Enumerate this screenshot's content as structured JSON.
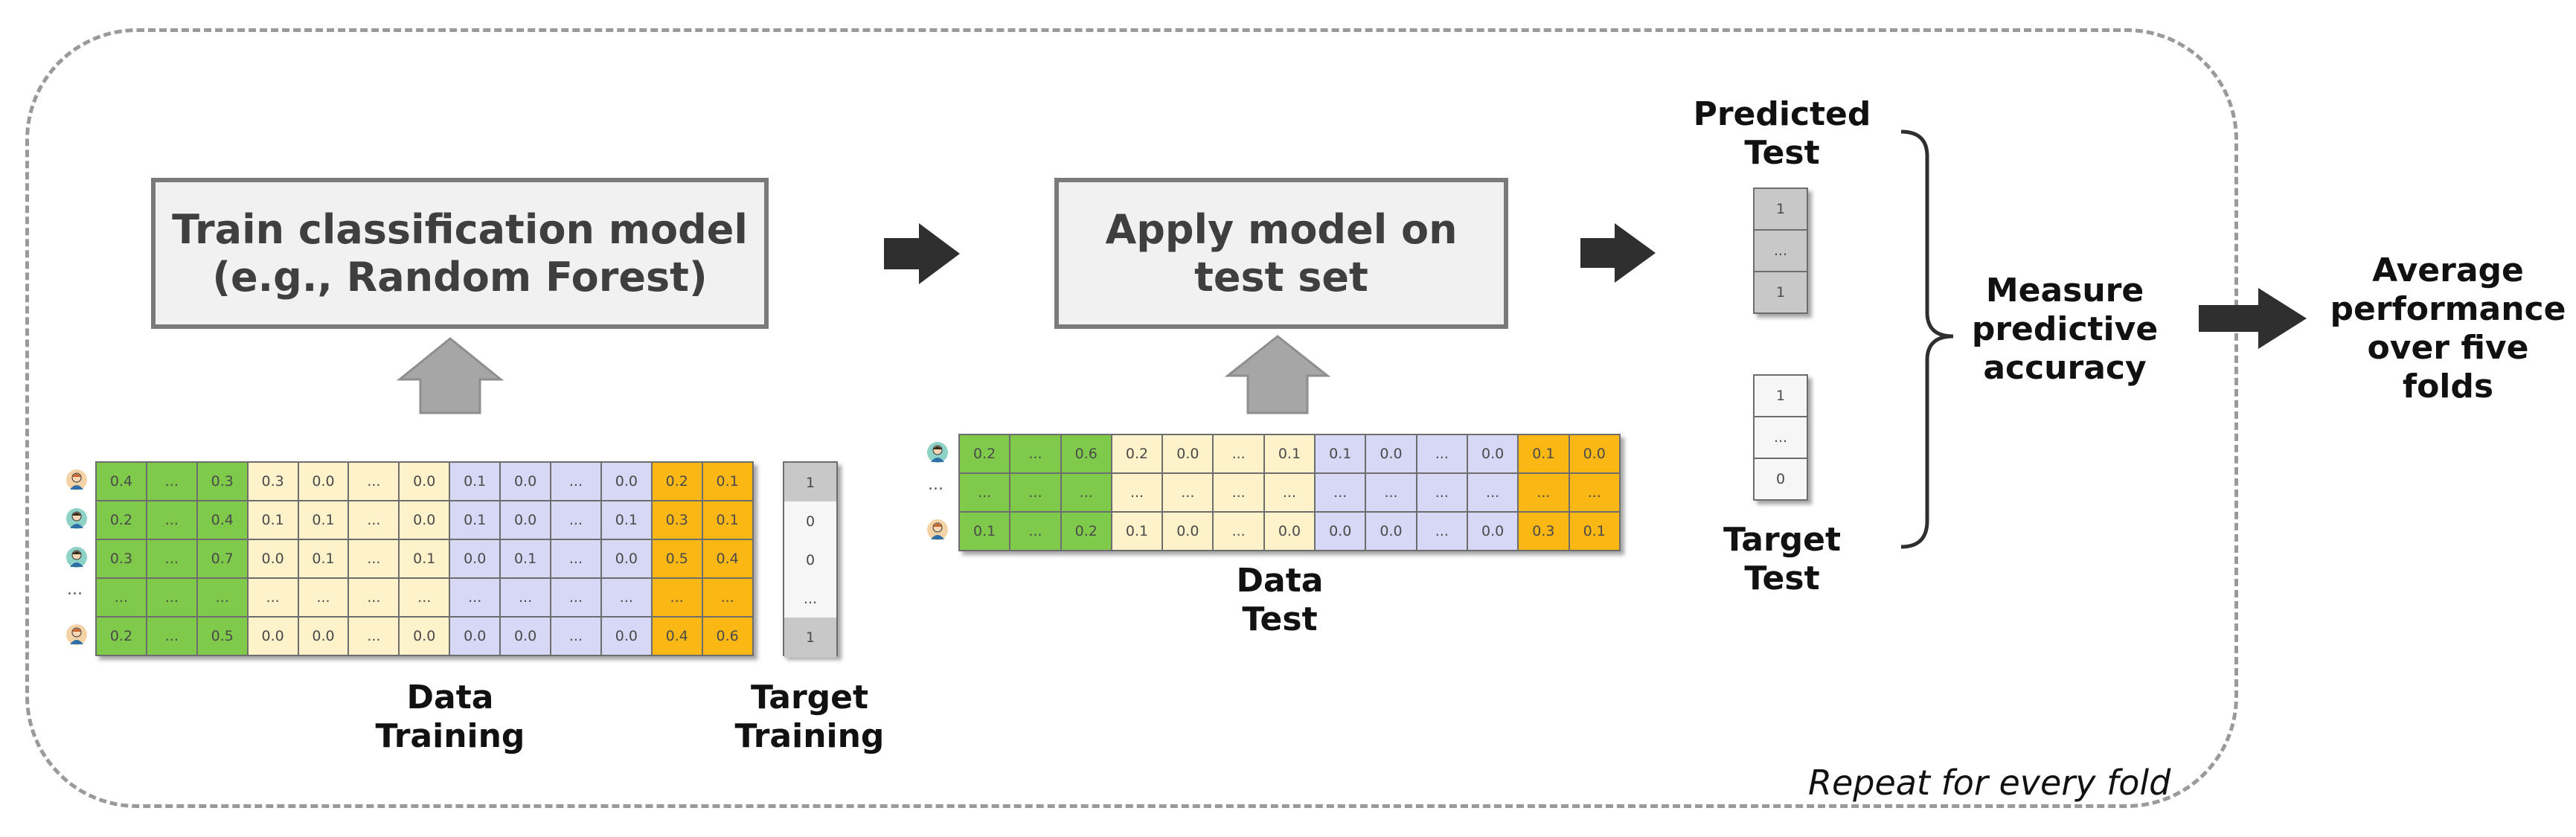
{
  "diagram": {
    "train_box": "Train classification model\n(e.g., Random Forest)",
    "apply_box": "Apply model on\ntest set",
    "data_training_label": "Data\nTraining",
    "target_training_label": "Target\nTraining",
    "data_test_label": "Data\nTest",
    "predicted_test_label": "Predicted\nTest",
    "target_test_label": "Target\nTest",
    "measure_label": "Measure\npredictive\naccuracy",
    "average_label": "Average\nperformance\nover five\nfolds",
    "repeat_note": "Repeat for every fold",
    "row_ellipsis": "...",
    "colors": {
      "green": "#7fca4b",
      "cream": "#fdf2c9",
      "lavender": "#d6d8f5",
      "orange": "#fbb713",
      "box_fill": "#f1f1f1",
      "box_border": "#7a7a7a",
      "arrow_dark": "#2f2f2f",
      "arrow_gray": "#a6a6a6",
      "dashed_border": "#9a9a9a"
    },
    "training_table": [
      [
        "0.4",
        "...",
        "0.3",
        "0.3",
        "0.0",
        "...",
        "0.0",
        "0.1",
        "0.0",
        "...",
        "0.0",
        "0.2",
        "0.1"
      ],
      [
        "0.2",
        "...",
        "0.4",
        "0.1",
        "0.1",
        "...",
        "0.0",
        "0.1",
        "0.0",
        "...",
        "0.1",
        "0.3",
        "0.1"
      ],
      [
        "0.3",
        "...",
        "0.7",
        "0.0",
        "0.1",
        "...",
        "0.1",
        "0.0",
        "0.1",
        "...",
        "0.0",
        "0.5",
        "0.4"
      ],
      [
        "...",
        "...",
        "...",
        "...",
        "...",
        "...",
        "...",
        "...",
        "...",
        "...",
        "...",
        "...",
        "..."
      ],
      [
        "0.2",
        "...",
        "0.5",
        "0.0",
        "0.0",
        "...",
        "0.0",
        "0.0",
        "0.0",
        "...",
        "0.0",
        "0.4",
        "0.6"
      ]
    ],
    "training_target": [
      "1",
      "0",
      "0",
      "...",
      "1"
    ],
    "test_table": [
      [
        "0.2",
        "...",
        "0.6",
        "0.2",
        "0.0",
        "...",
        "0.1",
        "0.1",
        "0.0",
        "...",
        "0.0",
        "0.1",
        "0.0"
      ],
      [
        "...",
        "...",
        "...",
        "...",
        "...",
        "...",
        "...",
        "...",
        "...",
        "...",
        "...",
        "...",
        "..."
      ],
      [
        "0.1",
        "...",
        "0.2",
        "0.1",
        "0.0",
        "...",
        "0.0",
        "0.0",
        "0.0",
        "...",
        "0.0",
        "0.3",
        "0.1"
      ]
    ],
    "predicted_test": [
      "1",
      "...",
      "1"
    ],
    "target_test": [
      "1",
      "...",
      "0"
    ],
    "training_icons": [
      "person-female-icon",
      "person-male-icon",
      "person-male-icon",
      "ellipsis",
      "person-female-icon"
    ],
    "test_icons": [
      "person-male-icon",
      "ellipsis",
      "person-female-icon"
    ]
  }
}
